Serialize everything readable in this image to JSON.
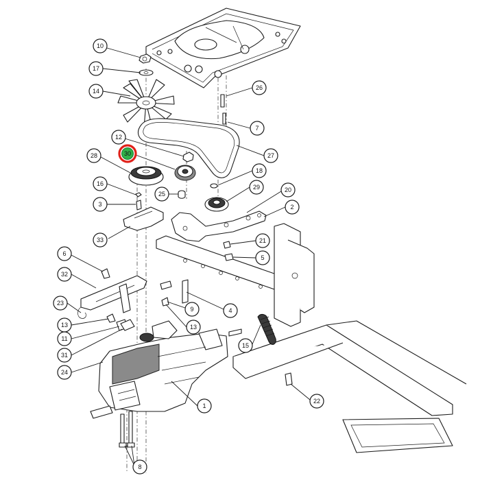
{
  "diagram": {
    "callouts": [
      {
        "id": "10",
        "label": "10"
      },
      {
        "id": "17",
        "label": "17"
      },
      {
        "id": "14",
        "label": "14"
      },
      {
        "id": "26",
        "label": "26"
      },
      {
        "id": "7",
        "label": "7"
      },
      {
        "id": "12",
        "label": "12"
      },
      {
        "id": "30",
        "label": "30",
        "highlight": true
      },
      {
        "id": "28",
        "label": "28"
      },
      {
        "id": "27",
        "label": "27"
      },
      {
        "id": "18",
        "label": "18"
      },
      {
        "id": "16",
        "label": "16"
      },
      {
        "id": "25",
        "label": "25"
      },
      {
        "id": "29",
        "label": "29"
      },
      {
        "id": "20",
        "label": "20"
      },
      {
        "id": "3",
        "label": "3"
      },
      {
        "id": "2",
        "label": "2"
      },
      {
        "id": "33",
        "label": "33"
      },
      {
        "id": "21",
        "label": "21"
      },
      {
        "id": "5",
        "label": "5"
      },
      {
        "id": "6",
        "label": "6"
      },
      {
        "id": "32",
        "label": "32"
      },
      {
        "id": "23",
        "label": "23"
      },
      {
        "id": "9",
        "label": "9"
      },
      {
        "id": "4",
        "label": "4"
      },
      {
        "id": "13a",
        "label": "13"
      },
      {
        "id": "13b",
        "label": "13"
      },
      {
        "id": "11",
        "label": "11"
      },
      {
        "id": "15",
        "label": "15"
      },
      {
        "id": "31",
        "label": "31"
      },
      {
        "id": "24",
        "label": "24"
      },
      {
        "id": "1",
        "label": "1"
      },
      {
        "id": "22",
        "label": "22"
      },
      {
        "id": "8",
        "label": "8"
      }
    ],
    "colors": {
      "highlight_ring": "#e0221a",
      "highlight_fill": "#2fb24a",
      "line": "#1a1a1a"
    }
  }
}
